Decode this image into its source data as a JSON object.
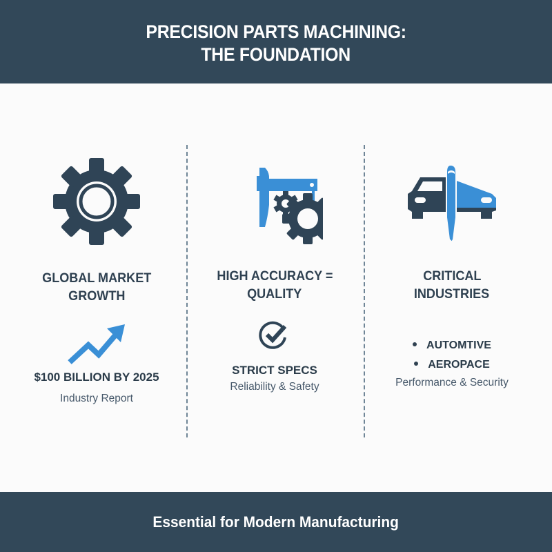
{
  "header": {
    "title_line1": "PRECISION PARTS MACHINING:",
    "title_line2": "THE FOUNDATION"
  },
  "columns": [
    {
      "icon": "gear-icon",
      "title_line1": "GLOBAL MARKET",
      "title_line2": "GROWTH",
      "chart_icon": "trend-up-arrow-icon",
      "stat": "$100 BILLION BY 2025",
      "subtitle": "Industry Report"
    },
    {
      "icon": "caliper-gears-icon",
      "title_line1": "HIGH ACCURACY =",
      "title_line2": "QUALITY",
      "badge_icon": "check-circle-icon",
      "stat": "STRICT SPECS",
      "subtitle": "Reliability & Safety"
    },
    {
      "icon": "car-airplane-icon",
      "title_line1": "CRITICAL",
      "title_line2": "INDUSTRIES",
      "bullets": [
        "AUTOMTIVE",
        "AEROPACE"
      ],
      "subtitle": "Performance & Security"
    }
  ],
  "footer": {
    "tagline": "Essential for Modern Manufacturing"
  },
  "colors": {
    "navy": "#324859",
    "icon_dark": "#2f4456",
    "accent_blue": "#3a8fd6",
    "background": "#fbfbfb"
  }
}
